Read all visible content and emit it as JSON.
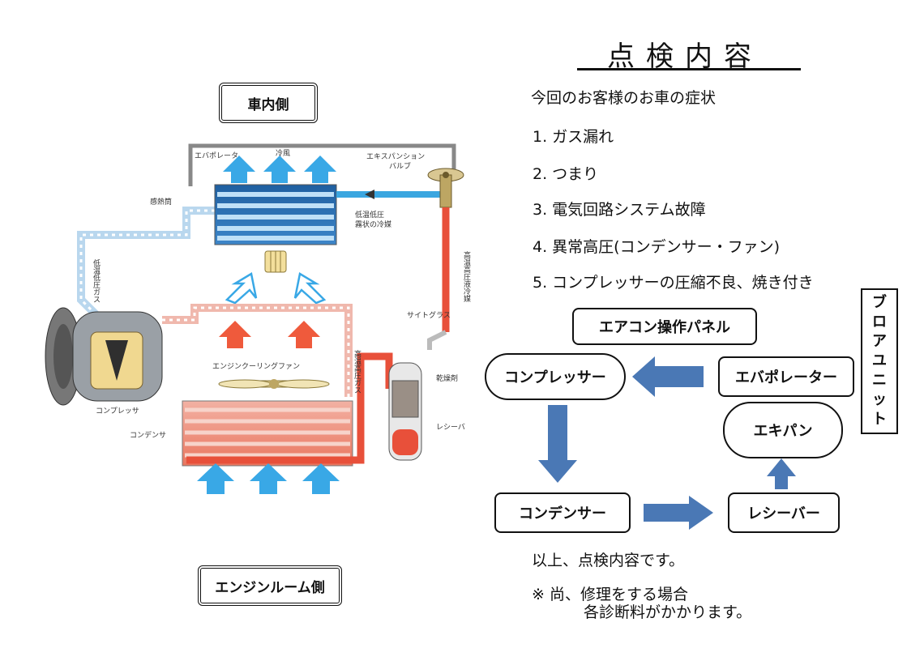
{
  "heading": {
    "title": "点検内容"
  },
  "symptoms": {
    "intro": "今回のお客様のお車の症状",
    "items": [
      "1. ガス漏れ",
      "2. つまり",
      "3. 電気回路システム故障",
      "4. 異常高圧(コンデンサー・ファン)",
      "5. コンプレッサーの圧縮不良、焼き付き"
    ]
  },
  "left_diagram": {
    "inside_label": "車内側",
    "engine_label": "エンジンルーム側",
    "parts": {
      "evaporator": "エバポレータ",
      "cold_air": "冷風",
      "expansion_valve_1": "エキスパンション",
      "expansion_valve_2": "バルブ",
      "heat_sensor": "感熱筒",
      "low_temp_low_pressure_1": "低温低圧",
      "low_temp_low_pressure_2": "霧状の冷媒",
      "low_pressure_gas": "低温低圧ガス",
      "high_temp_high_pressure_liquid": "高温高圧液冷媒",
      "sight_glass": "サイトグラス",
      "desiccant": "乾燥剤",
      "receiver": "レシーバ",
      "fan": "エンジンクーリングファン",
      "high_pressure_gas": "高温高圧ガス",
      "compressor": "コンプレッサ",
      "condenser": "コンデンサ"
    }
  },
  "flow": {
    "control_panel": "エアコン操作パネル",
    "compressor": "コンプレッサー",
    "evaporator": "エバポレーター",
    "expansion": "エキパン",
    "condenser": "コンデンサー",
    "receiver": "レシーバー",
    "blower_unit": [
      "ブ",
      "ロ",
      "ア",
      "ユ",
      "ニ",
      "ッ",
      "ト"
    ]
  },
  "footer": {
    "conclusion": "以上、点検内容です。",
    "note_line1": "※ 尚、修理をする場合",
    "note_line2": "各診断料がかかります。"
  },
  "colors": {
    "hot_pipe": "#e8503a",
    "cold_pipe": "#3aa6e0",
    "arrow_blue": "#4a78b5",
    "fin": "#2f6fb0"
  }
}
